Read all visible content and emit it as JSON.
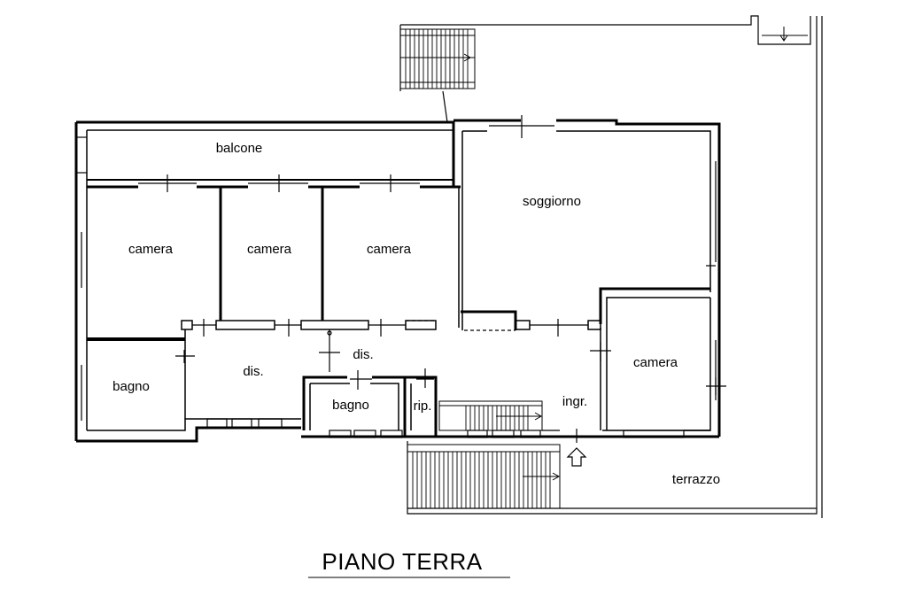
{
  "plan": {
    "title": "PIANO TERRA",
    "rooms": {
      "balcone": "balcone",
      "camera_1": "camera",
      "camera_2": "camera",
      "camera_3": "camera",
      "soggiorno": "soggiorno",
      "camera_4": "camera",
      "bagno_1": "bagno",
      "dis_1": "dis.",
      "dis_2": "dis.",
      "bagno_2": "bagno",
      "rip": "rip.",
      "ingr": "ingr.",
      "terrazzo": "terrazzo"
    }
  },
  "colors": {
    "line": "#000000",
    "background": "#ffffff"
  }
}
